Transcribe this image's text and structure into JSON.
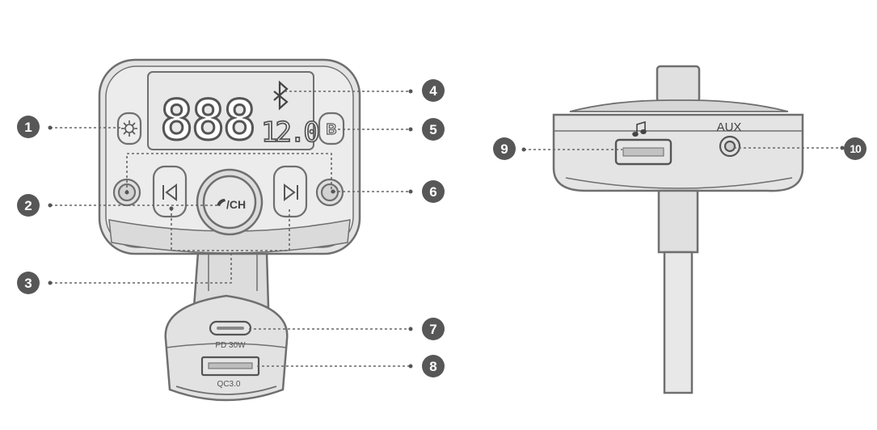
{
  "display": {
    "main_digits": "888",
    "small_digits": "12.0",
    "bluetooth_icon": "bluetooth-icon"
  },
  "buttons": {
    "light_icon": "sun-icon",
    "b_label": "B",
    "prev_icon": "skip-previous-icon",
    "next_icon": "skip-next-icon",
    "call_label": "/CH",
    "call_icon": "phone-icon"
  },
  "ports": {
    "usb_c_label": "PD 30W",
    "usb_a_label": "QC3.0",
    "aux_label": "AUX",
    "music_icon": "music-note-icon"
  },
  "callouts": [
    "1",
    "2",
    "3",
    "4",
    "5",
    "6",
    "7",
    "8",
    "9",
    "10"
  ],
  "colors": {
    "stroke": "#7a7a7a",
    "body_fill": "#e9e9e9",
    "face_fill": "#dedede",
    "badge": "#555555"
  }
}
